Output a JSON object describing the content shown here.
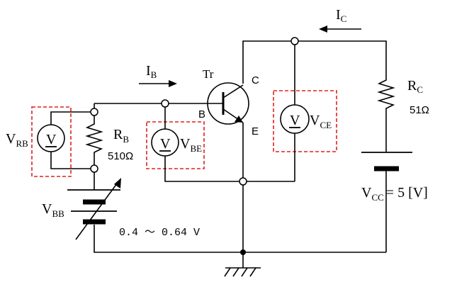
{
  "labels": {
    "ic_main": "I",
    "ic_sub": "C",
    "ib_main": "I",
    "ib_sub": "B",
    "tr": "Tr",
    "c": "C",
    "b": "B",
    "e": "E",
    "rc_main": "R",
    "rc_sub": "C",
    "rc_value": "51Ω",
    "rb_main": "R",
    "rb_sub": "B",
    "rb_value": "510Ω",
    "vrb_main": "V",
    "vrb_sub": "RB",
    "vbe_main": "V",
    "vbe_sub": "BE",
    "vce_main": "V",
    "vce_sub": "CE",
    "vbb_main": "V",
    "vbb_sub": "BB",
    "vbb_range": "0.4 ～ 0.64 V",
    "vcc_main": "V",
    "vcc_sub": "CC",
    "vcc_value": "= 5 [V]",
    "meter_symbol": "V"
  },
  "colors": {
    "wire": "#000000",
    "dashed_box": "#e02020"
  }
}
